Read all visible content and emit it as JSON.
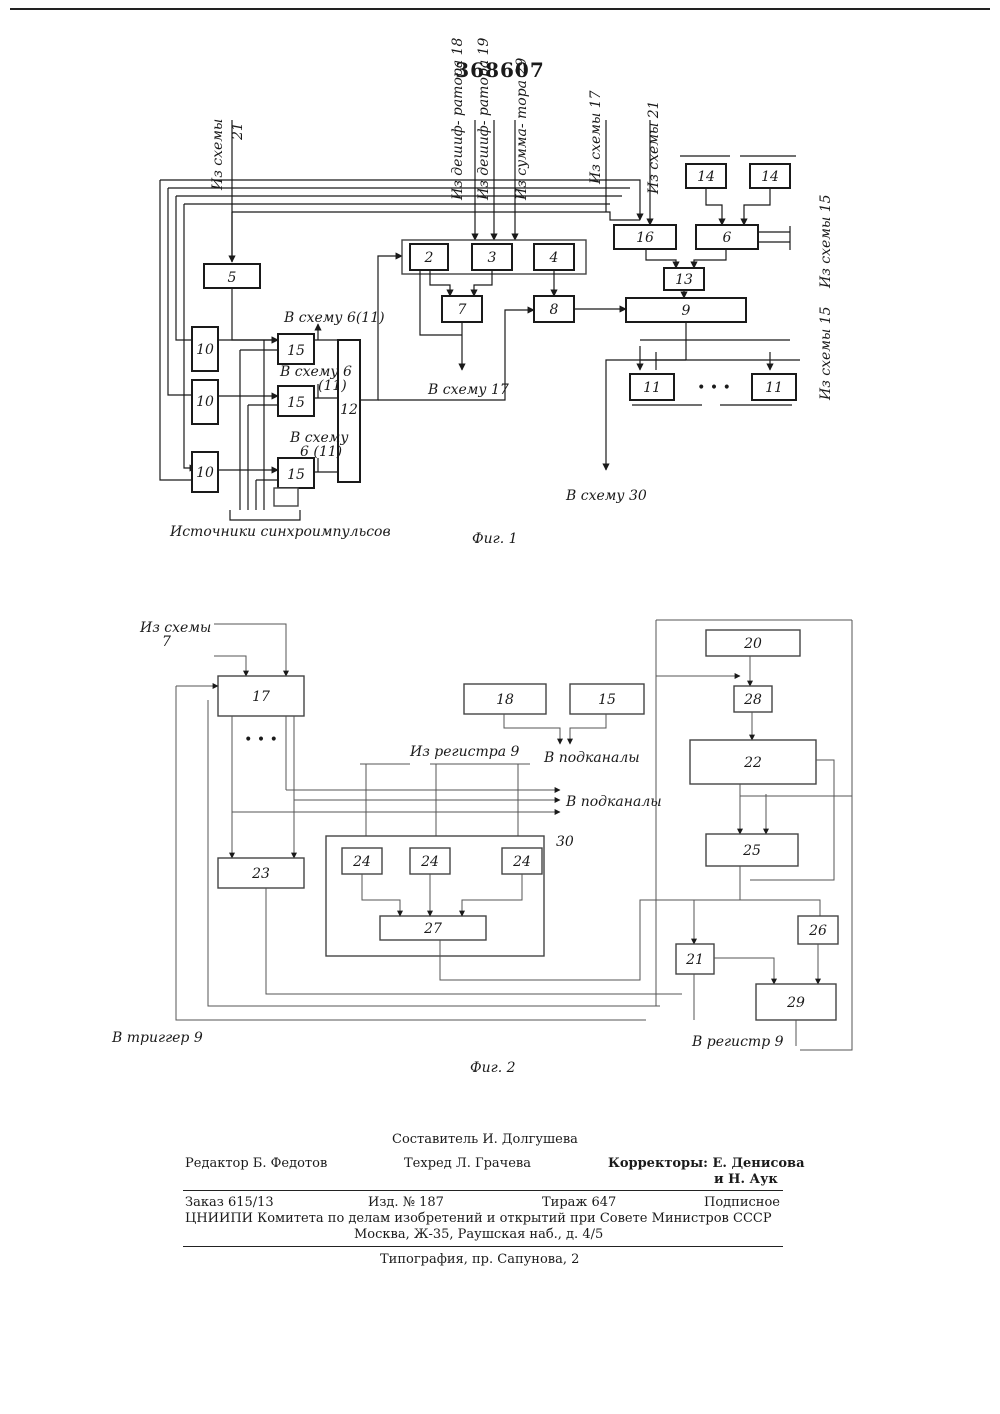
{
  "patent_number": "368607",
  "fig1": {
    "caption": "Фиг. 1",
    "blocks": [
      "2",
      "3",
      "4",
      "5",
      "6",
      "7",
      "8",
      "9",
      "10",
      "10",
      "10",
      "11",
      "11",
      "12",
      "13",
      "14",
      "14",
      "15",
      "15",
      "15",
      "16"
    ],
    "labels": {
      "from_scheme_21_left": "Из схемы",
      "from_scheme_21_left_num": "21",
      "from_decipherer_18": "Из дешиф- ратора 18",
      "from_decipherer_19": "Из дешиф- ратора 19",
      "from_adder_29": "Из сумма- тора 29",
      "from_scheme_17": "Из схемы 17",
      "from_scheme_21_right": "Из схемы 21",
      "from_scheme_15_top": "Из схемы 15",
      "from_scheme_15_bottom": "Из схемы 15",
      "to_scheme_6_11_a": "В схему 6(11)",
      "to_scheme_6_11_b": "В схему 6",
      "to_scheme_6_11_b2": "(11)",
      "to_scheme_6_11_c": "В схему",
      "to_scheme_6_11_c2": "6 (11)",
      "to_scheme_17": "В схему 17",
      "to_scheme_30": "В схему 30",
      "sync_sources": "Источники синхроимпульсов",
      "dots": "• • •"
    }
  },
  "fig2": {
    "caption": "Фиг. 2",
    "blocks": [
      "17",
      "18",
      "15",
      "20",
      "28",
      "22",
      "25",
      "23",
      "24",
      "24",
      "24",
      "27",
      "26",
      "21",
      "29"
    ],
    "labels": {
      "from_scheme_7": "Из схемы",
      "from_scheme_7_num": "7",
      "from_register_9": "Из регистра 9",
      "to_subchannels_a": "В подканалы",
      "to_subchannels_b": "В подканалы",
      "num_30": "30",
      "to_trigger_9": "В триггер 9",
      "to_register_9": "В регистр 9",
      "dots": "• • •"
    }
  },
  "credits": {
    "compiler": "Составитель И. Долгушева",
    "editor": "Редактор Б. Федотов",
    "techred": "Техред Л. Грачева",
    "correctors": "Корректоры: Е. Денисова",
    "correctors2": "и Н. Аук",
    "order": "Заказ 615/13",
    "izd": "Изд. № 187",
    "tirazh": "Тираж 647",
    "podpisnoe": "Подписное",
    "org": "ЦНИИПИ Комитета по делам изобретений и открытий при Совете Министров СССР",
    "address": "Москва, Ж-35, Раушская наб., д. 4/5",
    "typography": "Типография, пр. Сапунова, 2"
  }
}
